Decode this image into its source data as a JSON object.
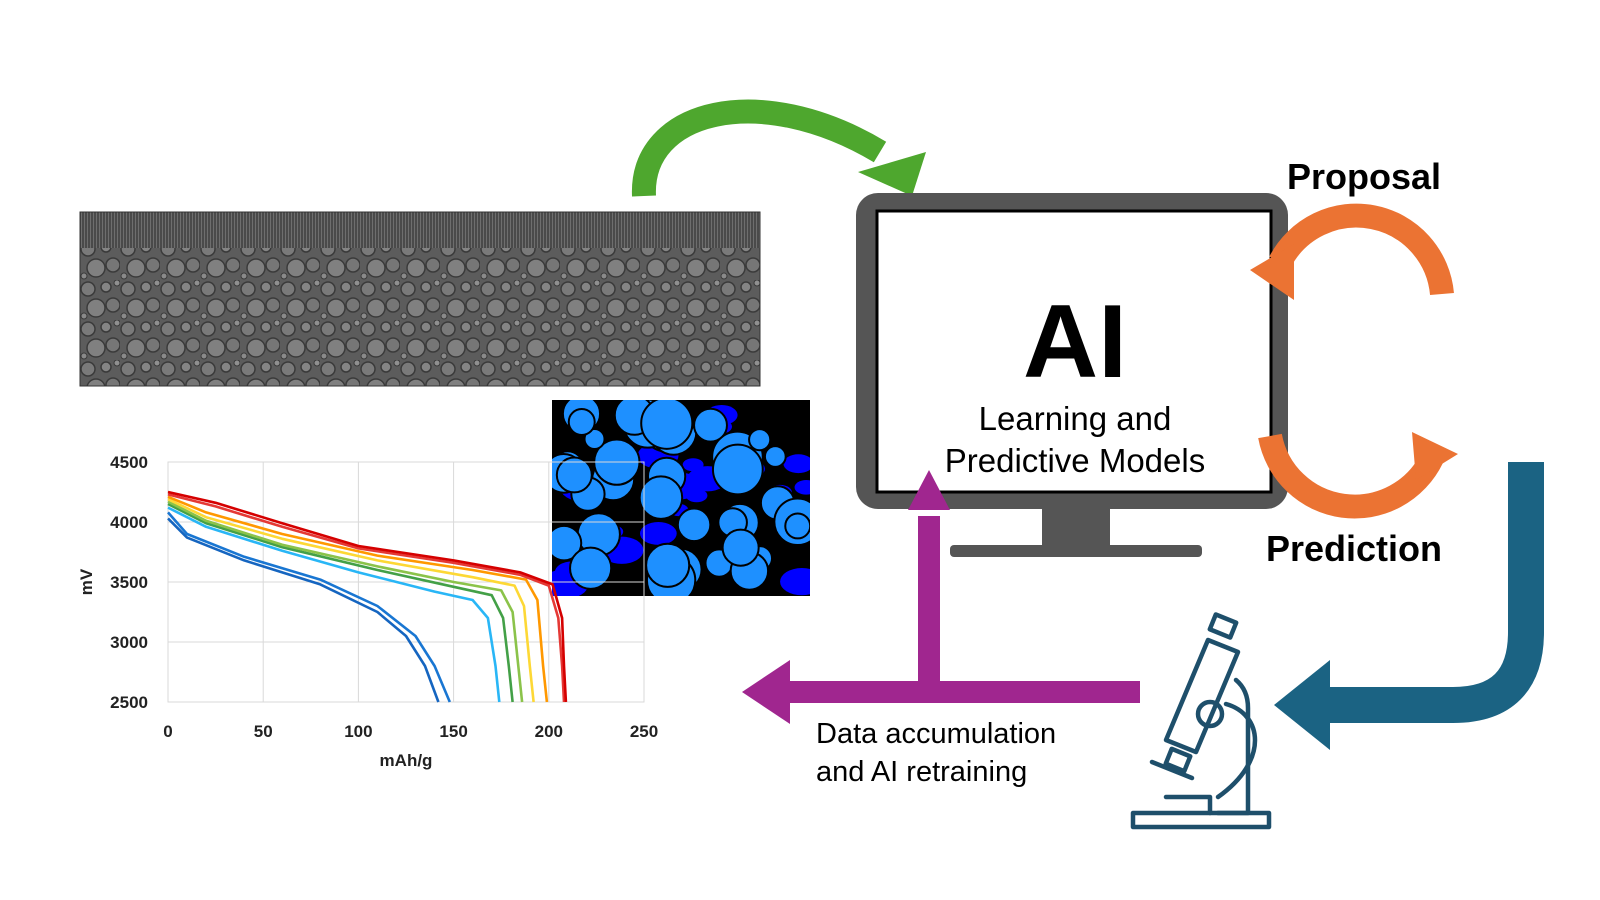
{
  "labels": {
    "proposal": "Proposal",
    "prediction": "Prediction",
    "ai": "AI",
    "ai_subtitle_line1": "Learning and",
    "ai_subtitle_line2": "Predictive Models",
    "data_line1": "Data accumulation",
    "data_line2": "and AI retraining"
  },
  "colors": {
    "green_arrow": "#4ea72e",
    "orange_cycle": "#eb7333",
    "teal_arrow": "#1b6383",
    "purple_arrow": "#a0268f",
    "monitor_frame": "#555555",
    "microscope": "#1e4f6b",
    "segmentation_background": "#000000",
    "segmentation_particles": "#1e90ff",
    "segmentation_binder": "#0000ff"
  },
  "icons": [
    "computer-monitor-icon",
    "microscope-icon"
  ],
  "chart_data": {
    "type": "line",
    "xlabel": "mAh/g",
    "ylabel": "mV",
    "xlim": [
      0,
      250
    ],
    "ylim": [
      2500,
      4500
    ],
    "x_ticks": [
      "0",
      "50",
      "100",
      "150",
      "200",
      "250"
    ],
    "y_ticks": [
      "2500",
      "3000",
      "3500",
      "4000",
      "4500"
    ],
    "grid": true,
    "series": [
      {
        "color": "#1565c0",
        "points": [
          [
            0,
            4030
          ],
          [
            10,
            3870
          ],
          [
            40,
            3680
          ],
          [
            80,
            3480
          ],
          [
            110,
            3250
          ],
          [
            125,
            3050
          ],
          [
            135,
            2800
          ],
          [
            142,
            2500
          ]
        ]
      },
      {
        "color": "#1976d2",
        "points": [
          [
            0,
            4080
          ],
          [
            10,
            3900
          ],
          [
            40,
            3710
          ],
          [
            80,
            3520
          ],
          [
            110,
            3300
          ],
          [
            130,
            3050
          ],
          [
            140,
            2800
          ],
          [
            148,
            2500
          ]
        ]
      },
      {
        "color": "#29b6f6",
        "points": [
          [
            0,
            4120
          ],
          [
            20,
            3960
          ],
          [
            60,
            3760
          ],
          [
            100,
            3580
          ],
          [
            140,
            3420
          ],
          [
            160,
            3350
          ],
          [
            168,
            3200
          ],
          [
            172,
            2800
          ],
          [
            174,
            2500
          ]
        ]
      },
      {
        "color": "#43a047",
        "points": [
          [
            0,
            4150
          ],
          [
            20,
            3990
          ],
          [
            60,
            3790
          ],
          [
            110,
            3600
          ],
          [
            150,
            3460
          ],
          [
            170,
            3390
          ],
          [
            176,
            3200
          ],
          [
            179,
            2800
          ],
          [
            181,
            2500
          ]
        ]
      },
      {
        "color": "#8bc34a",
        "points": [
          [
            0,
            4170
          ],
          [
            20,
            4010
          ],
          [
            60,
            3810
          ],
          [
            110,
            3630
          ],
          [
            150,
            3500
          ],
          [
            175,
            3430
          ],
          [
            181,
            3250
          ],
          [
            184,
            2800
          ],
          [
            186,
            2500
          ]
        ]
      },
      {
        "color": "#fdd835",
        "points": [
          [
            0,
            4190
          ],
          [
            20,
            4040
          ],
          [
            60,
            3860
          ],
          [
            110,
            3680
          ],
          [
            160,
            3540
          ],
          [
            182,
            3470
          ],
          [
            187,
            3300
          ],
          [
            190,
            2800
          ],
          [
            192,
            2500
          ]
        ]
      },
      {
        "color": "#ff9800",
        "points": [
          [
            0,
            4210
          ],
          [
            20,
            4080
          ],
          [
            60,
            3900
          ],
          [
            110,
            3720
          ],
          [
            160,
            3600
          ],
          [
            188,
            3520
          ],
          [
            194,
            3350
          ],
          [
            197,
            2800
          ],
          [
            199,
            2500
          ]
        ]
      },
      {
        "color": "#e53935",
        "points": [
          [
            0,
            4230
          ],
          [
            25,
            4130
          ],
          [
            60,
            3960
          ],
          [
            100,
            3780
          ],
          [
            150,
            3660
          ],
          [
            185,
            3560
          ],
          [
            200,
            3470
          ],
          [
            205,
            3200
          ],
          [
            207,
            2800
          ],
          [
            208,
            2500
          ]
        ]
      },
      {
        "color": "#d50000",
        "points": [
          [
            0,
            4250
          ],
          [
            25,
            4160
          ],
          [
            60,
            3990
          ],
          [
            100,
            3800
          ],
          [
            150,
            3680
          ],
          [
            185,
            3580
          ],
          [
            202,
            3480
          ],
          [
            207,
            3200
          ],
          [
            208,
            2800
          ],
          [
            209,
            2500
          ]
        ]
      }
    ]
  }
}
